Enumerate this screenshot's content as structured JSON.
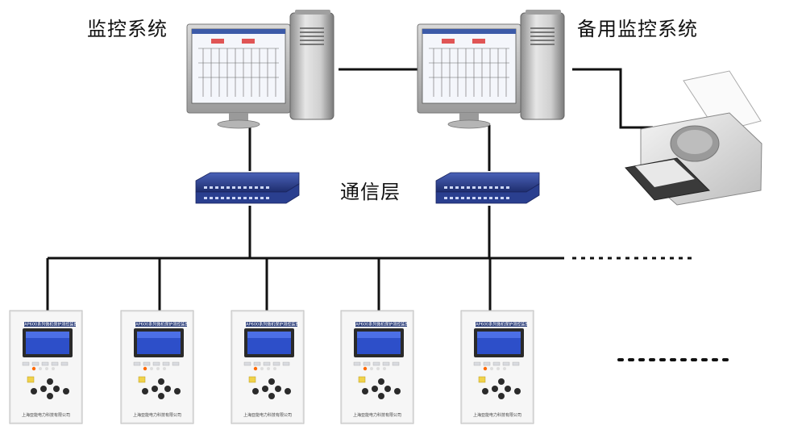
{
  "labels": {
    "monitoring_system": "监控系统",
    "backup_monitoring_system": "备用监控系统",
    "communication_layer": "通信层"
  },
  "relay": {
    "title": "FAP600系列微机保护测控装置",
    "footer": "上海亚能电力科技有限公司",
    "count": 5
  },
  "colors": {
    "line": "#111111",
    "switch_body": "#2a3f8f",
    "screen": "#2d4fc9",
    "device_body": "#f3f3f3"
  }
}
